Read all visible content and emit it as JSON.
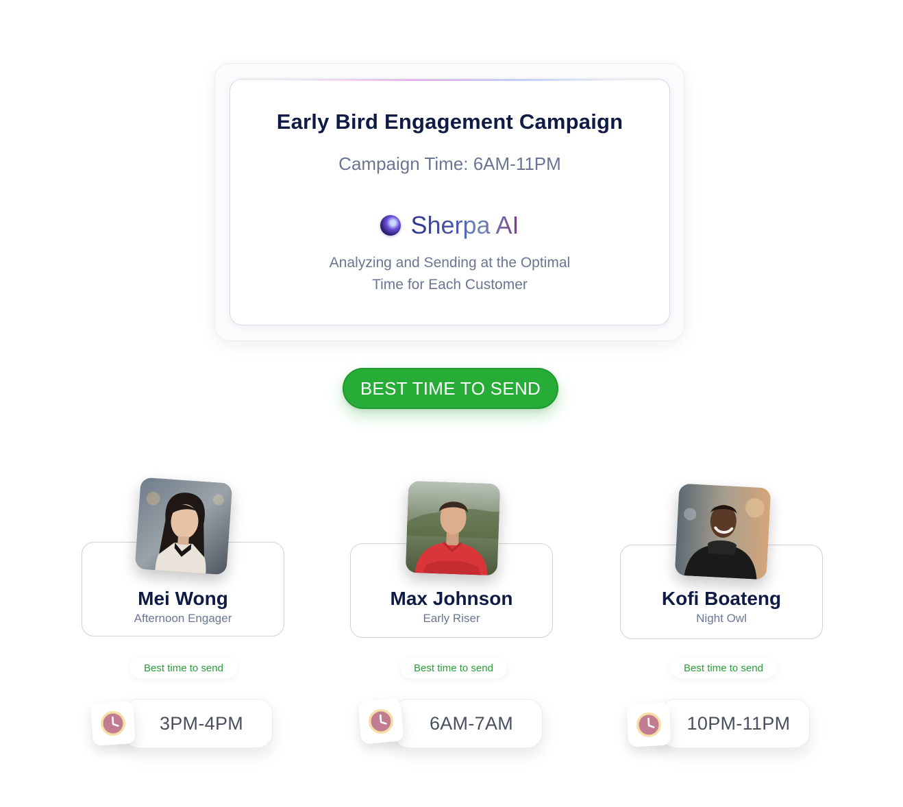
{
  "campaign": {
    "title": "Early Bird Engagement Campaign",
    "time": "Campaign Time: 6AM-11PM",
    "brand": "Sherpa AI",
    "description_line1": "Analyzing and Sending at the Optimal",
    "description_line2": "Time for Each Customer"
  },
  "cta": {
    "label": "BEST TIME TO SEND",
    "color": "#27ac37"
  },
  "customers": [
    {
      "name": "Mei Wong",
      "role": "Afternoon Engager",
      "best_label": "Best time to send",
      "time": "3PM-4PM",
      "photo_icon": "person-portrait"
    },
    {
      "name": "Max Johnson",
      "role": "Early Riser",
      "best_label": "Best time to send",
      "time": "6AM-7AM",
      "photo_icon": "person-portrait"
    },
    {
      "name": "Kofi Boateng",
      "role": "Night Owl",
      "best_label": "Best time to send",
      "time": "10PM-11PM",
      "photo_icon": "person-portrait"
    }
  ],
  "icons": {
    "clock": "clock-icon",
    "brand_logo": "sherpa-orb-icon"
  },
  "colors": {
    "title": "#0f1a45",
    "muted": "#6b7592",
    "green_label": "#2a9d3a",
    "clock_face": "#c07a8c",
    "clock_ring": "#f3d79c"
  }
}
